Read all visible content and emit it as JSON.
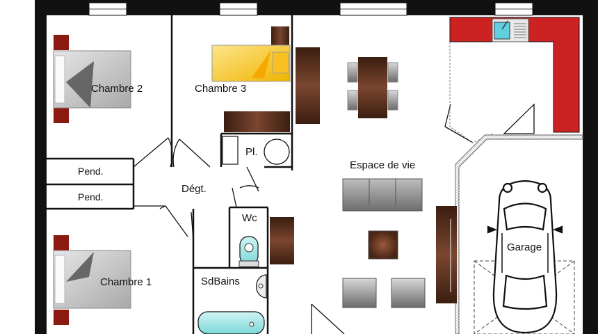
{
  "plan": {
    "rooms": {
      "chambre2": "Chambre 2",
      "chambre3": "Chambre 3",
      "chambre1": "Chambre 1",
      "pend1": "Pend.",
      "pend2": "Pend.",
      "placard": "Pl.",
      "degagement": "Dégt.",
      "wc": "Wc",
      "sdbains": "SdBains",
      "espace_vie": "Espace de vie",
      "garage": "Garage"
    },
    "colors": {
      "wall": "#111111",
      "kitchen_counter": "#cc2222",
      "wood": "#5a3220",
      "bed": "#c8c8c8",
      "bed_chambre3": "#f5c020",
      "sofa": "#8a8a8a",
      "sink": "#5fd0e0"
    }
  }
}
